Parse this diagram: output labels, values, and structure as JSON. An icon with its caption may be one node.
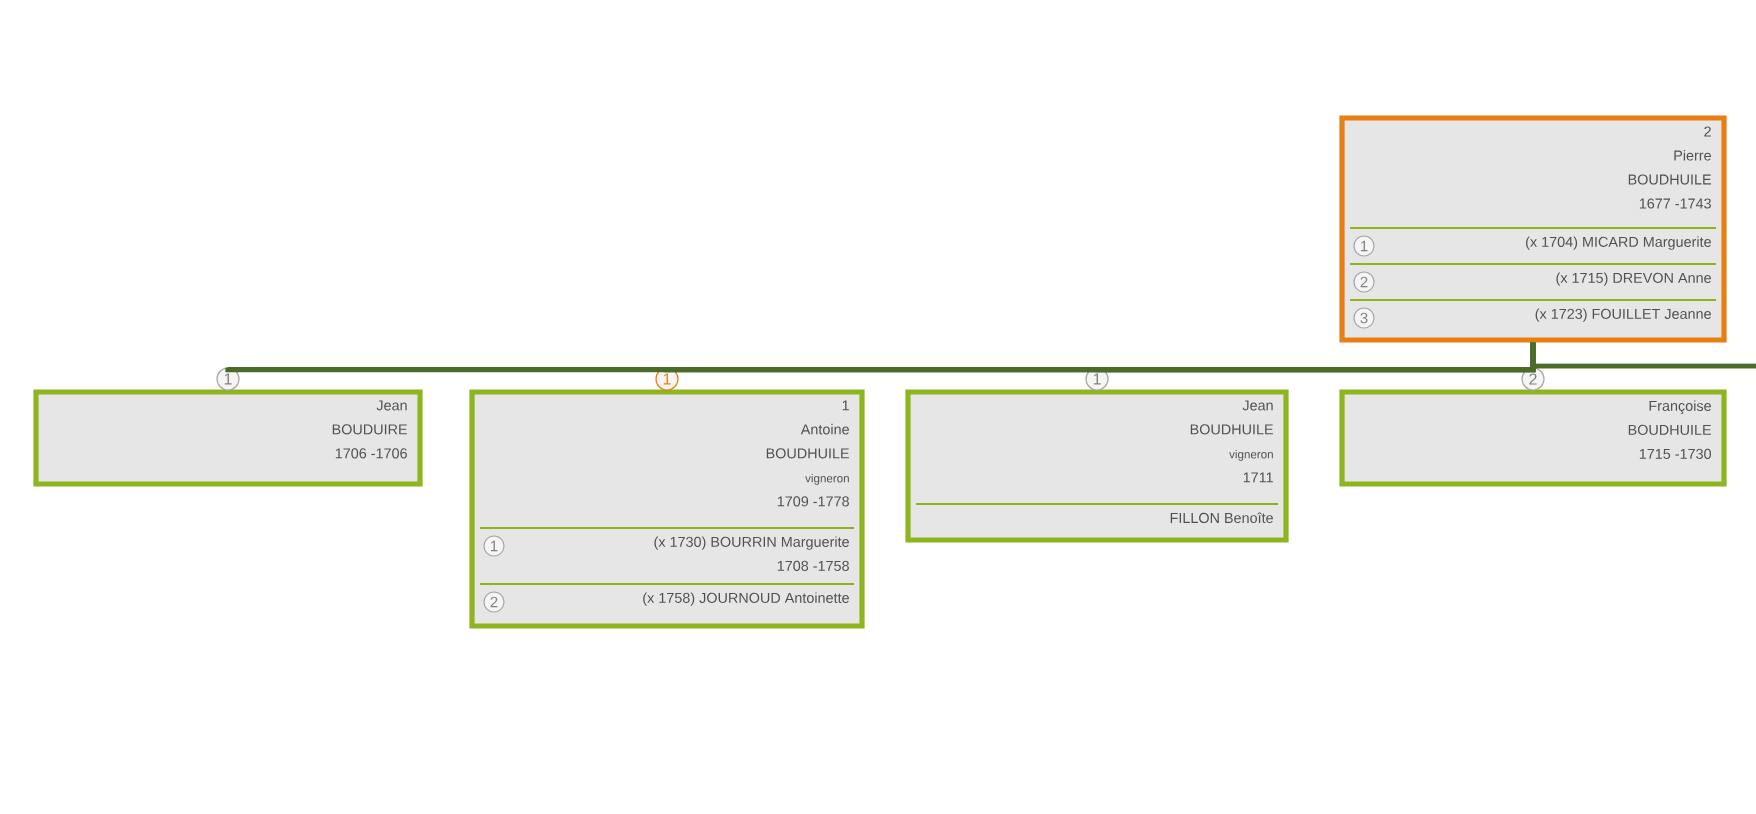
{
  "diagram": {
    "nodes": [
      {
        "text": [
          "2",
          "Pierre",
          "BOUDHUILE",
          "1677 -1743"
        ]
      },
      {
        "text": [
          "1",
          "(x 1704) MICARD Marguerite"
        ],
        "in": 0
      },
      {
        "text": [
          "2",
          "(x 1715) DREVON Anne"
        ],
        "in": 0
      },
      {
        "text": [
          "3",
          "(x 1723) FOUILLET Jeanne"
        ],
        "in": 0
      },
      {
        "text": [
          "Jean",
          "BOUDUIRE",
          "1706 -1706"
        ]
      },
      {
        "text": [
          "1",
          "Antoine",
          "BOUDHUILE",
          "vigneron",
          "1709 -1778"
        ]
      },
      {
        "text": [
          "1",
          "(x 1730) BOURRIN Marguerite",
          "1708 -1758"
        ],
        "in": 5
      },
      {
        "text": [
          "2",
          "(x 1758) JOURNOUD Antoinette"
        ],
        "in": 5
      },
      {
        "text": [
          "Jean",
          "BOUDHUILE",
          "vigneron",
          "1711"
        ]
      },
      {
        "text": [
          "FILLON Benoîte"
        ],
        "in": 8
      },
      {
        "text": [
          "Françoise",
          "BOUDHUILE",
          "1715 -1730"
        ]
      },
      {
        "text": [
          "1"
        ]
      },
      {
        "text": [
          "1"
        ]
      },
      {
        "text": [
          "1"
        ]
      },
      {
        "text": [
          "2"
        ]
      }
    ],
    "edges": [
      {
        "from": 0,
        "to": 11,
        "arrow": "none"
      },
      {
        "from": 0,
        "to": 12,
        "arrow": "none"
      },
      {
        "from": 0,
        "to": 13,
        "arrow": "none"
      },
      {
        "from": 0,
        "to": 14,
        "arrow": "none"
      }
    ]
  }
}
